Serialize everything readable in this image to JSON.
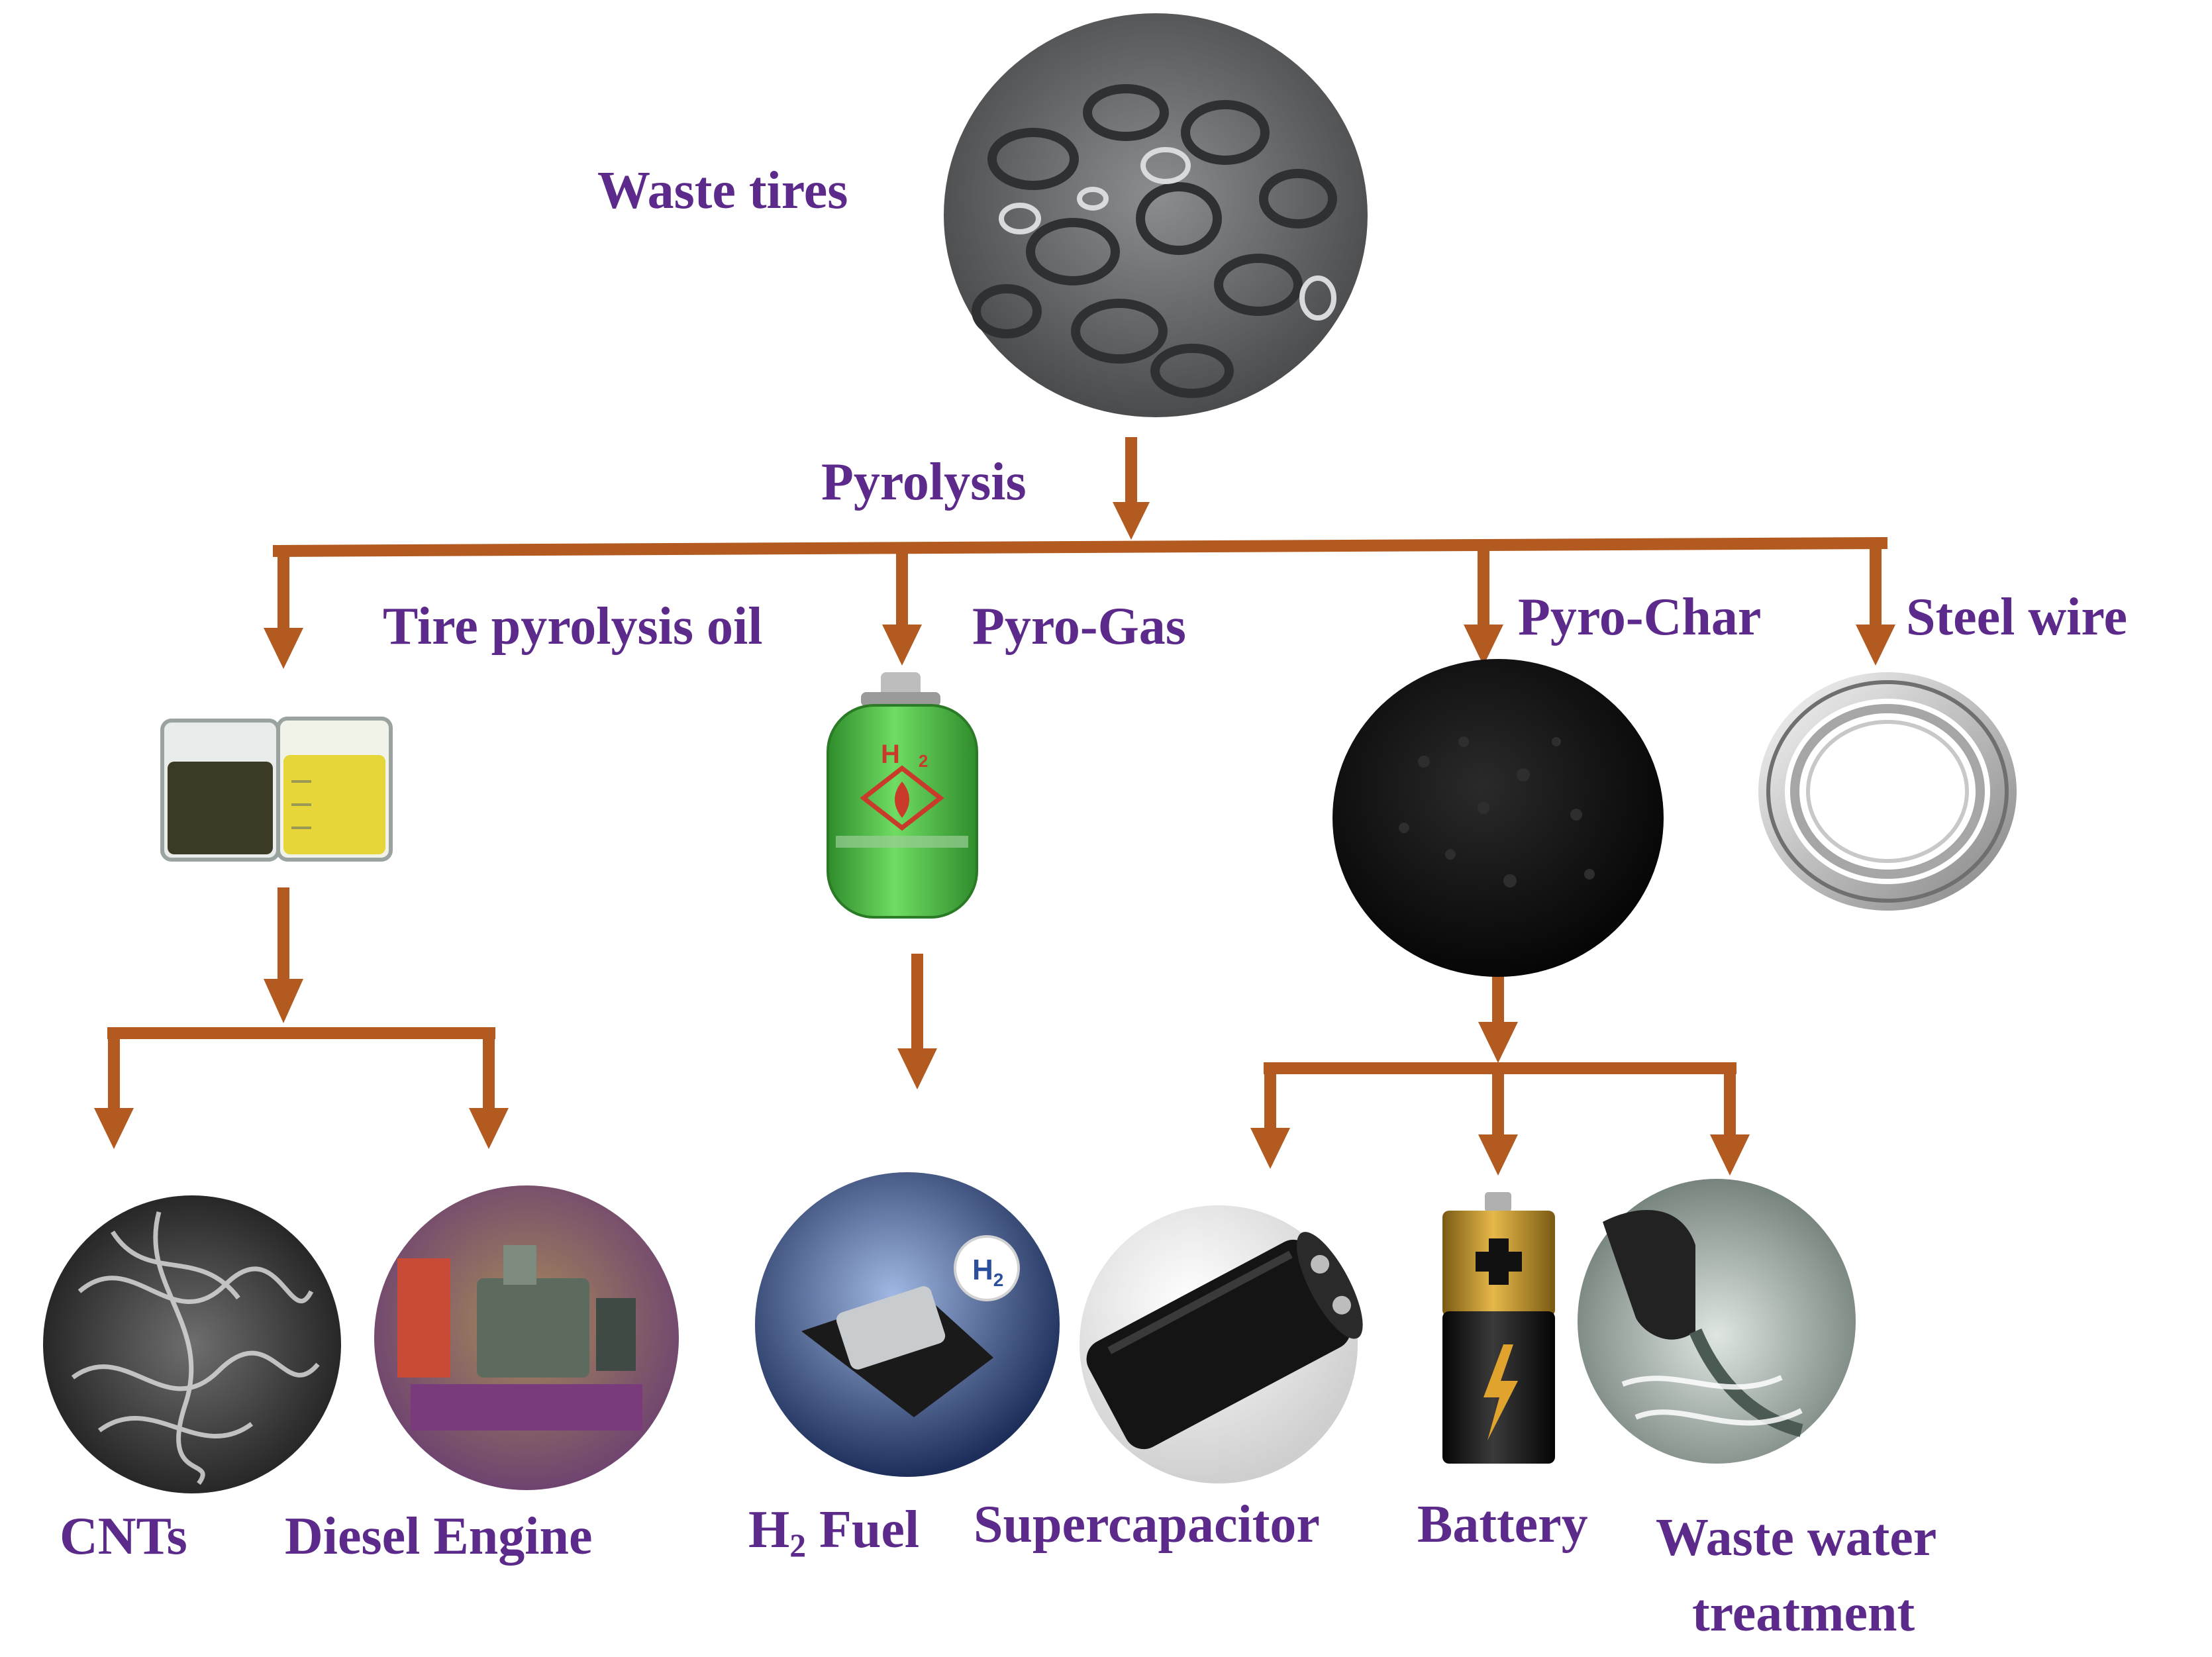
{
  "labels": {
    "waste_tires": "Waste tires",
    "pyrolysis": "Pyrolysis",
    "tire_pyrolysis_oil": "Tire pyrolysis oil",
    "pyro_gas": "Pyro-Gas",
    "pyro_char": "Pyro-Char",
    "steel_wire": "Steel wire",
    "cnts": "CNTs",
    "diesel_engine": "Diesel Engine",
    "h2_fuel_prefix": "H",
    "h2_fuel_subscript": "2",
    "h2_fuel_suffix": " Fuel",
    "supercapacitor": "Supercapacitor",
    "battery": "Battery",
    "waste_water_line1": "Waste water",
    "waste_water_line2": "treatment"
  },
  "product_marks": {
    "hydrogen_cylinder_symbol": "H",
    "hydrogen_cylinder_subscript": "2",
    "nozzle_badge_symbol": "H",
    "nozzle_badge_subscript": "2"
  },
  "colors": {
    "label_text": "#5b2a8a",
    "arrow": "#b25a1f",
    "cylinder": "#57c64f",
    "tire_gray": "#5f6163",
    "char_black": "#141414",
    "oil_dark": "#3a3a25",
    "oil_light": "#e7d63a",
    "battery_gold": "#c99a2e"
  }
}
